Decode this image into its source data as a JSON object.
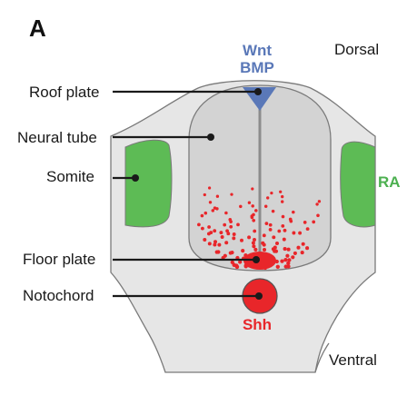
{
  "panel_label": "A",
  "orientation": {
    "dorsal": "Dorsal",
    "ventral": "Ventral"
  },
  "signals": {
    "wnt": "Wnt",
    "bmp": "BMP",
    "shh": "Shh",
    "ra": "RA"
  },
  "labels": {
    "roof_plate": "Roof plate",
    "neural_tube": "Neural tube",
    "somite": "Somite",
    "floor_plate": "Floor plate",
    "notochord": "Notochord"
  },
  "colors": {
    "tissue": "#e6e6e6",
    "neural_tube": "#d3d3d3",
    "outline": "#7a7a7a",
    "somite": "#5dbb55",
    "roof_triangle": "#5a78b8",
    "shh_red": "#e8262a",
    "text": "#1a1a1a"
  }
}
